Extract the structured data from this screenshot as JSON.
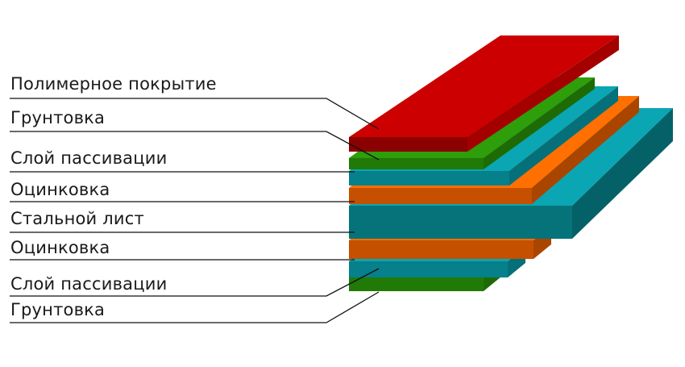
{
  "layers": [
    {
      "label": "Полимерное покрытие",
      "top": "#cc0000",
      "front": "#8b0000",
      "side": "#a40000"
    },
    {
      "label": "Грунтовка",
      "top": "#2e9e0b",
      "front": "#217a07",
      "side": "#1e6b06"
    },
    {
      "label": "Слой пассивации",
      "top": "#0aa6b4",
      "front": "#06808a",
      "side": "#057079"
    },
    {
      "label": "Оцинковка",
      "top": "#ff7000",
      "front": "#c45000",
      "side": "#aa4500"
    },
    {
      "label": "Стальной лист",
      "top": "#0aa6b4",
      "front": "#06737a",
      "side": "#056168"
    },
    {
      "label": "Оцинковка",
      "top": "#ff7000",
      "front": "#c45000",
      "side": "#aa4500"
    },
    {
      "label": "Слой пассивации",
      "top": "#0aa6b4",
      "front": "#06808a",
      "side": "#057079"
    },
    {
      "label": "Грунтовка",
      "top": "#2e9e0b",
      "front": "#217a07",
      "side": "#1e6b06"
    }
  ]
}
